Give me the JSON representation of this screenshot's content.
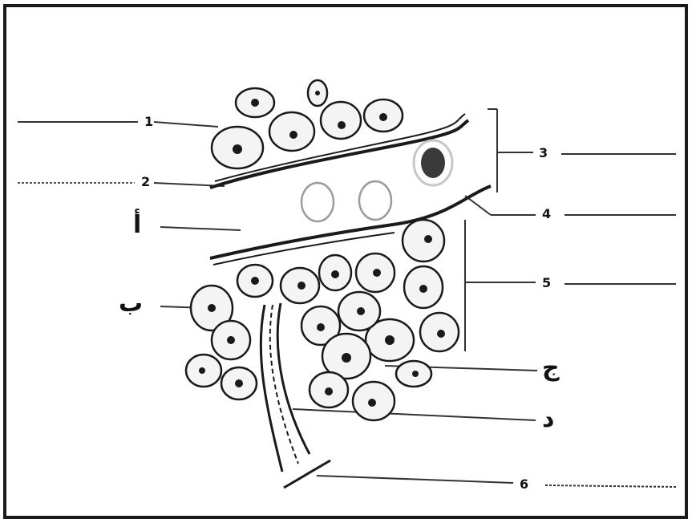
{
  "labels": {
    "n1": "1",
    "n2": "2",
    "n3": "3",
    "n4": "4",
    "n5": "5",
    "n6": "6",
    "alif": "أ",
    "ba": "ب",
    "jim": "ج",
    "dal": "د"
  },
  "colors": {
    "ink": "#1a1a1a",
    "cell_fill": "#f4f4f4",
    "red_cell": "#9a9a9a",
    "dark_nucleus": "#3a3a3a"
  }
}
